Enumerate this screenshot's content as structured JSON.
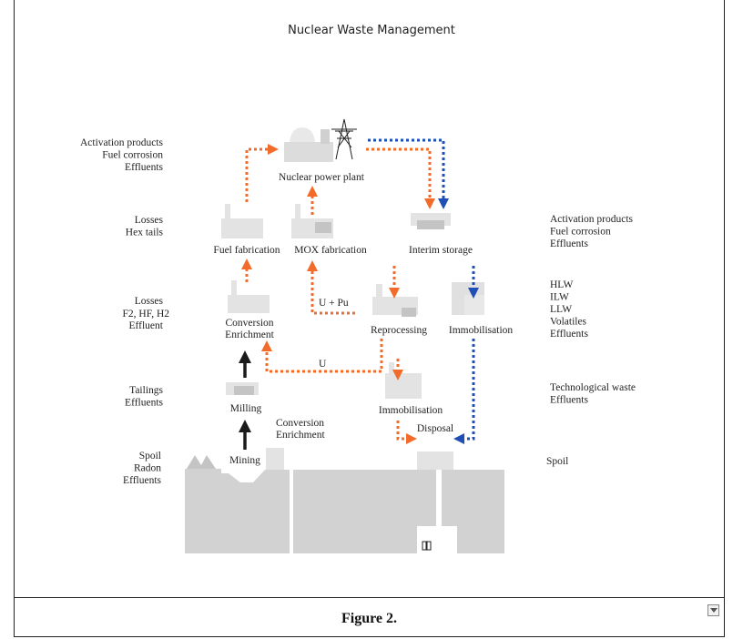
{
  "title": "Nuclear Waste Management",
  "caption": "Figure 2.",
  "left_labels": {
    "reactor": [
      "Activation products",
      "Fuel corrosion",
      "Effluents"
    ],
    "fabrication": [
      "Losses",
      "Hex tails"
    ],
    "conversion_prefix": "Losses",
    "conversion_gases": "F2, HF, H2",
    "conversion_suffix": "Effluent",
    "milling": [
      "Tailings",
      "Effluents"
    ],
    "mining": [
      "Spoil",
      "Radon",
      "Effluents"
    ]
  },
  "right_labels": {
    "storage": [
      "Activation products",
      "Fuel corrosion",
      "Effluents"
    ],
    "reprocessing": [
      "HLW",
      "ILW",
      "LLW",
      "Volatiles",
      "Effluents"
    ],
    "immobilisation": [
      "Technological waste",
      "Effluents"
    ],
    "disposal": [
      "Spoil"
    ]
  },
  "nodes": {
    "power_plant": "Nuclear power plant",
    "fuel_fabrication": "Fuel fabrication",
    "mox_fabrication": "MOX fabrication",
    "interim_storage": "Interim storage",
    "conversion_enrichment": [
      "Conversion",
      "Enrichment"
    ],
    "reprocessing": "Reprocessing",
    "immobilisation_top": "Immobilisation",
    "milling": "Milling",
    "conversion_enrichment_lower": [
      "Conversion",
      "Enrichment"
    ],
    "immobilisation_bottom": "Immobilisation",
    "disposal": "Disposal",
    "mining": "Mining"
  },
  "flows": {
    "u_pu": "U + Pu",
    "u": "U"
  },
  "colors": {
    "orange": "#f26b2a",
    "blue": "#1f4fb4",
    "black": "#1b1b1b",
    "grey": "#d2d2d2",
    "light_grey": "#e6e6e6"
  }
}
